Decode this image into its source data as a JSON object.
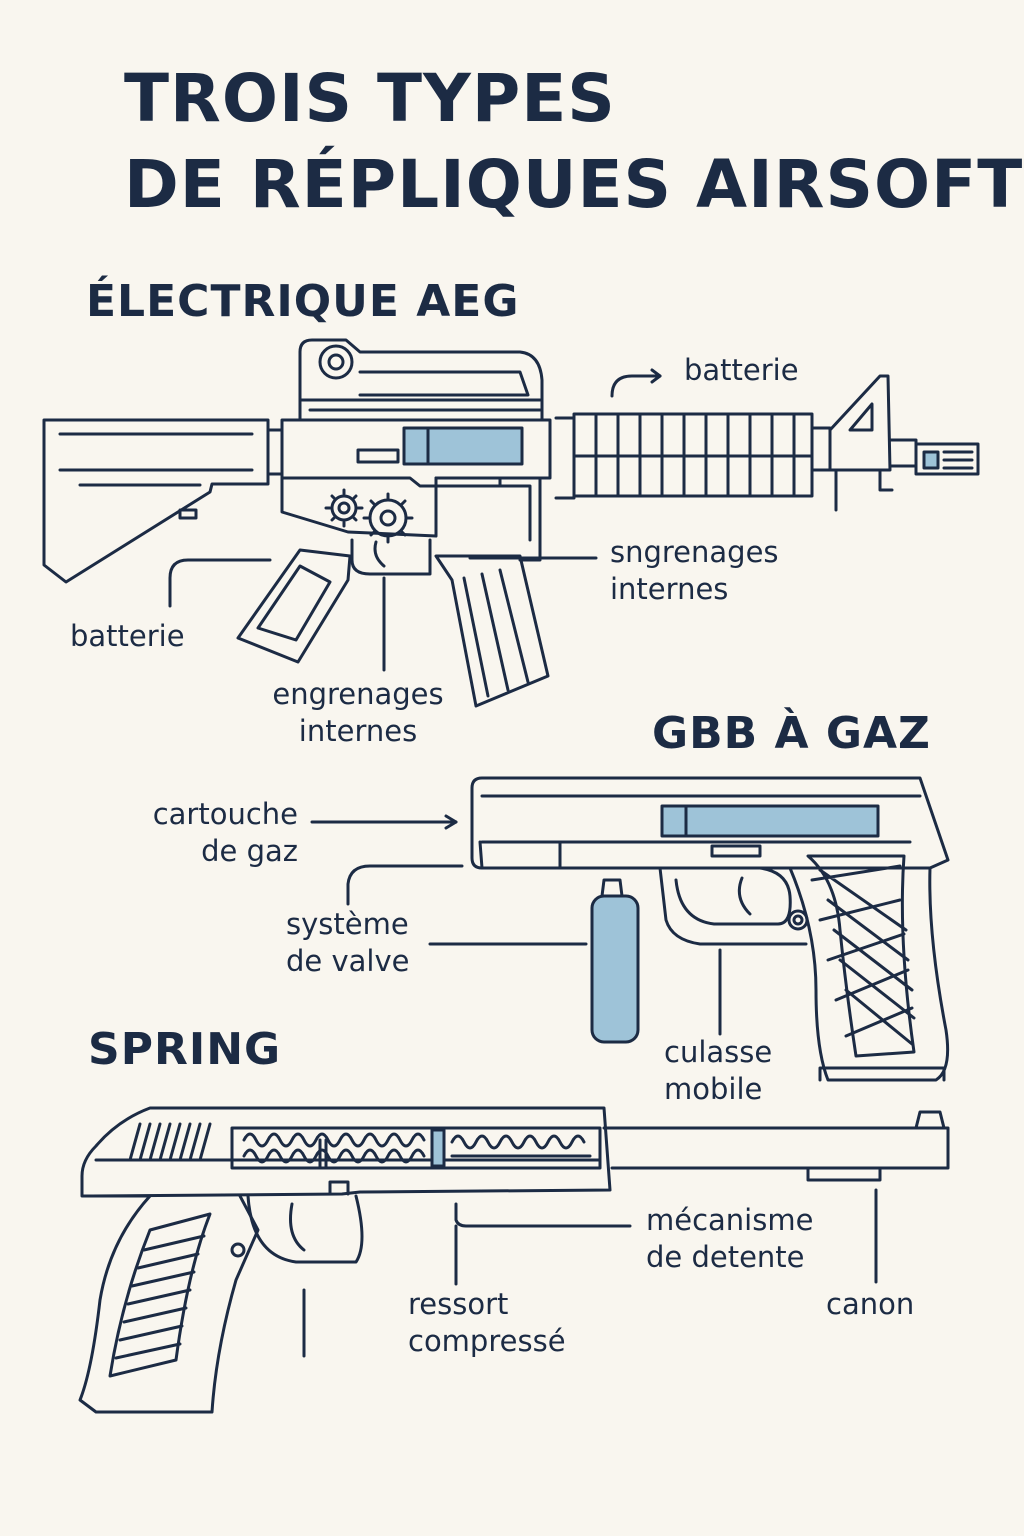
{
  "title": {
    "line1": "TROIS TYPES",
    "line2": "DE RÉPLIQUES AIRSOFT"
  },
  "sections": {
    "aeg": "ÉLECTRIQUE AEG",
    "gbb": "GBB À GAZ",
    "spring": "SPRING"
  },
  "labels": {
    "aeg_batterie_top": "batterie",
    "aeg_engrenages_right": [
      "sngrenages",
      "internes"
    ],
    "aeg_batterie_left": "batterie",
    "aeg_engrenages_bottom": [
      "engrenages",
      "internes"
    ],
    "gbb_cartouche": [
      "cartouche",
      "de gaz"
    ],
    "gbb_valve": [
      "système",
      "de valve"
    ],
    "gbb_culasse": [
      "culasse",
      "mobile"
    ],
    "spring_mecanisme": [
      "mécanisme",
      "de detente"
    ],
    "spring_ressort": [
      "ressort",
      "compressé"
    ],
    "spring_canon": "canon"
  },
  "colors": {
    "ink": "#1c2b44",
    "accent": "#9ec3d8",
    "background": "#f9f6ef"
  }
}
